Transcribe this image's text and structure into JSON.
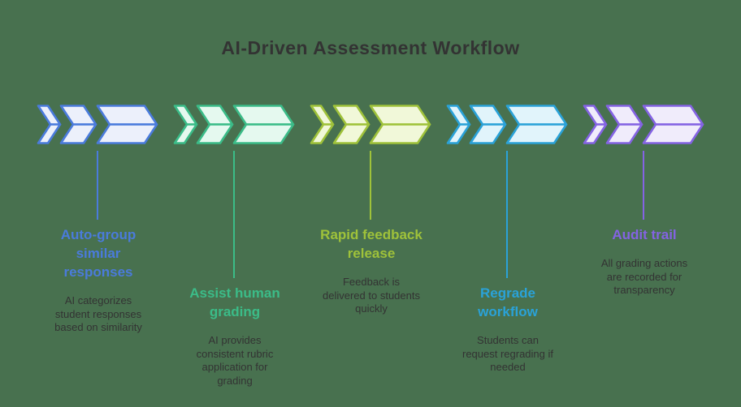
{
  "title": "AI-Driven Assessment Workflow",
  "colors": {
    "background": "#48714F",
    "title_text": "#333333",
    "description_text": "#333333"
  },
  "stages": [
    {
      "heading": "Auto-group\nsimilar\nresponses",
      "description": "AI categorizes\nstudent responses\nbased on similarity",
      "accent_color": "#4a7bdc",
      "fill_color": "#ecf0fb",
      "text_position": "upper"
    },
    {
      "heading": "Assist human\ngrading",
      "description": "AI provides\nconsistent rubric\napplication for\ngrading",
      "accent_color": "#3bbc88",
      "fill_color": "#e5f9ef",
      "text_position": "lower"
    },
    {
      "heading": "Rapid feedback\nrelease",
      "description": "Feedback is\ndelivered to students\nquickly",
      "accent_color": "#9fc23a",
      "fill_color": "#f1f8d9",
      "text_position": "upper"
    },
    {
      "heading": "Regrade\nworkflow",
      "description": "Students can\nrequest regrading if\nneeded",
      "accent_color": "#2aa2d8",
      "fill_color": "#e1f4fb",
      "text_position": "lower"
    },
    {
      "heading": "Audit trail",
      "description": "All grading actions\nare recorded for\ntransparency",
      "accent_color": "#8463e3",
      "fill_color": "#f0ecfb",
      "text_position": "upper"
    }
  ]
}
